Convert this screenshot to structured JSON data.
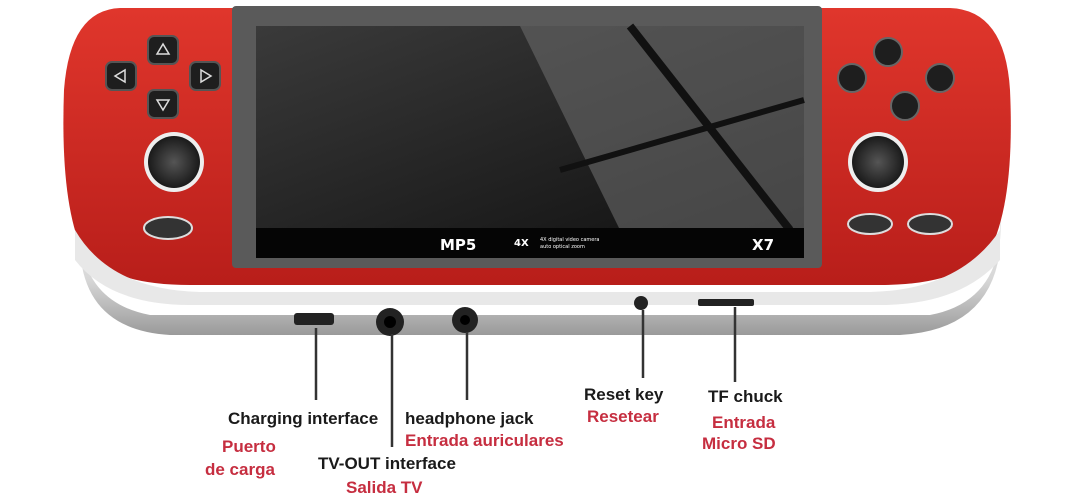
{
  "device": {
    "screen_brand": "MP5",
    "screen_caption_line1": "4X digital video camera",
    "screen_caption_line2": "auto optical zoom",
    "screen_model": "X7"
  },
  "callouts": [
    {
      "label": "Charging interface",
      "translation_line1": "Puerto",
      "translation_line2": "de carga"
    },
    {
      "label": "TV-OUT interface",
      "translation_line1": "Salida TV"
    },
    {
      "label": "headphone jack",
      "translation_line1": "Entrada auriculares"
    },
    {
      "label": "Reset key",
      "translation_line1": "Resetear"
    },
    {
      "label": "TF chuck",
      "translation_line1": "Entrada",
      "translation_line2": "Micro SD"
    }
  ],
  "colors": {
    "body": "#d42a24",
    "translation_text": "#c62e40"
  }
}
